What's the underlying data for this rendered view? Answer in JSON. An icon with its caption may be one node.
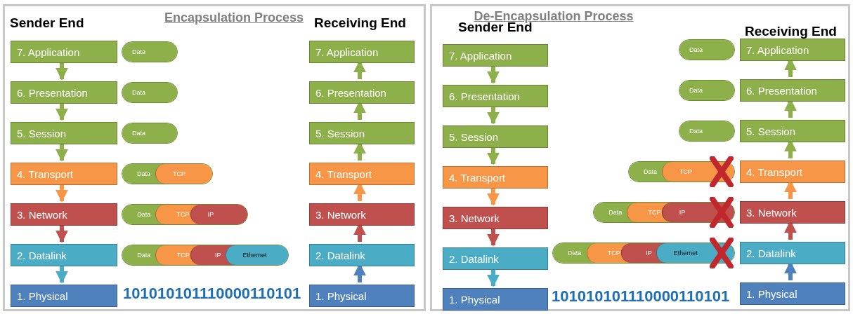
{
  "diagram": {
    "nodes": [
      {
        "text": [
          "Encapsulation Process"
        ]
      },
      {
        "text": [
          "7. Application"
        ],
        "in": 0
      },
      {
        "text": [
          "6. Presentation"
        ],
        "in": 0
      },
      {
        "text": [
          "5. Session"
        ],
        "in": 0
      },
      {
        "text": [
          "4. Transport"
        ],
        "in": 0
      },
      {
        "text": [
          "3. Network"
        ],
        "in": 0
      },
      {
        "text": [
          "2. Datalink"
        ],
        "in": 0
      },
      {
        "text": [
          "1. Physical"
        ],
        "in": 0
      },
      {
        "text": [
          "7. Application"
        ],
        "in": 0
      },
      {
        "text": [
          "6. Presentation"
        ],
        "in": 0
      },
      {
        "text": [
          "5. Session"
        ],
        "in": 0
      },
      {
        "text": [
          "4. Transport"
        ],
        "in": 0
      },
      {
        "text": [
          "3. Network"
        ],
        "in": 0
      },
      {
        "text": [
          "2. Datalink"
        ],
        "in": 0
      },
      {
        "text": [
          "1. Physical"
        ],
        "in": 0
      },
      {
        "text": [
          "Data"
        ],
        "in": 0
      },
      {
        "text": [
          "Data"
        ],
        "in": 0
      },
      {
        "text": [
          "Data"
        ],
        "in": 0
      },
      {
        "text": [
          "Data",
          "TCP"
        ],
        "in": 0
      },
      {
        "text": [
          "Data",
          "TCP",
          "IP"
        ],
        "in": 0
      },
      {
        "text": [
          "Data",
          "TCP",
          "IP",
          "Ethernet"
        ],
        "in": 0
      },
      {
        "text": [
          "De-Encapsulation Process"
        ]
      },
      {
        "text": [
          "7. Application"
        ],
        "in": 21
      },
      {
        "text": [
          "6. Presentation"
        ],
        "in": 21
      },
      {
        "text": [
          "5. Session"
        ],
        "in": 21
      },
      {
        "text": [
          "4. Transport"
        ],
        "in": 21
      },
      {
        "text": [
          "3. Network"
        ],
        "in": 21
      },
      {
        "text": [
          "2. Datalink"
        ],
        "in": 21
      },
      {
        "text": [
          "1. Physical"
        ],
        "in": 21
      },
      {
        "text": [
          "7. Application"
        ],
        "in": 21
      },
      {
        "text": [
          "6. Presentation"
        ],
        "in": 21
      },
      {
        "text": [
          "5. Session"
        ],
        "in": 21
      },
      {
        "text": [
          "4. Transport"
        ],
        "in": 21
      },
      {
        "text": [
          "3. Network"
        ],
        "in": 21
      },
      {
        "text": [
          "2. Datalink"
        ],
        "in": 21
      },
      {
        "text": [
          "1. Physical"
        ],
        "in": 21
      },
      {
        "text": [
          "Data"
        ],
        "in": 21
      },
      {
        "text": [
          "Data"
        ],
        "in": 21
      },
      {
        "text": [
          "Data"
        ],
        "in": 21
      },
      {
        "text": [
          "Data",
          "TCP"
        ],
        "in": 21
      },
      {
        "text": [
          "Data",
          "TCP",
          "IP"
        ],
        "in": 21
      },
      {
        "text": [
          "Data",
          "TCP",
          "IP",
          "Ethernet"
        ],
        "in": 21
      }
    ],
    "edges": [
      {
        "from": 1,
        "to": 2,
        "arrow": "to"
      },
      {
        "from": 2,
        "to": 3,
        "arrow": "to"
      },
      {
        "from": 3,
        "to": 4,
        "arrow": "to"
      },
      {
        "from": 4,
        "to": 5,
        "arrow": "to",
        "color": "#f79646"
      },
      {
        "from": 5,
        "to": 6,
        "arrow": "to",
        "color": "#c0504d"
      },
      {
        "from": 6,
        "to": 7,
        "arrow": "to",
        "color": "#4bacc6"
      },
      {
        "from": 14,
        "to": 13,
        "arrow": "to",
        "color": "#4f81bd"
      },
      {
        "from": 13,
        "to": 12,
        "arrow": "to",
        "color": "#c0504d"
      },
      {
        "from": 12,
        "to": 11,
        "arrow": "to",
        "color": "#f79646"
      },
      {
        "from": 11,
        "to": 10,
        "arrow": "to"
      },
      {
        "from": 10,
        "to": 9,
        "arrow": "to"
      },
      {
        "from": 9,
        "to": 8,
        "arrow": "to"
      },
      {
        "from": 22,
        "to": 23,
        "arrow": "to"
      },
      {
        "from": 23,
        "to": 24,
        "arrow": "to"
      },
      {
        "from": 24,
        "to": 25,
        "arrow": "to"
      },
      {
        "from": 25,
        "to": 26,
        "arrow": "to",
        "color": "#f79646"
      },
      {
        "from": 26,
        "to": 27,
        "arrow": "to",
        "color": "#c0504d"
      },
      {
        "from": 27,
        "to": 28,
        "arrow": "to",
        "color": "#4bacc6"
      },
      {
        "from": 35,
        "to": 34,
        "arrow": "to",
        "color": "#4f81bd"
      },
      {
        "from": 34,
        "to": 33,
        "arrow": "to",
        "color": "#c0504d"
      },
      {
        "from": 33,
        "to": 32,
        "arrow": "to",
        "color": "#f79646"
      },
      {
        "from": 32,
        "to": 31,
        "arrow": "to"
      },
      {
        "from": 31,
        "to": 30,
        "arrow": "to"
      },
      {
        "from": 30,
        "to": 29,
        "arrow": "to"
      }
    ],
    "labels": [
      "Sender End",
      "Receiving End",
      "101010101110000110101",
      "Sender End",
      "Receiving End",
      "101010101110000110101"
    ]
  }
}
